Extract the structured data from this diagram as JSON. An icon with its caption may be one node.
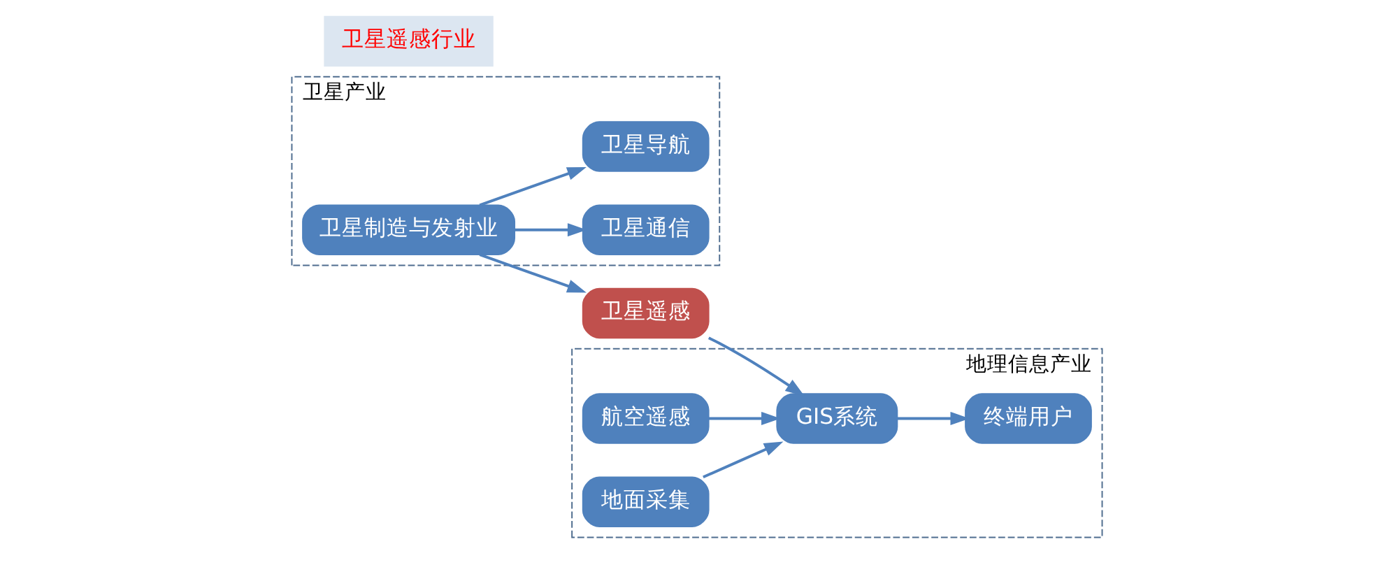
{
  "diagram": {
    "nodes": [
      {
        "text": [
          "卫星产业"
        ]
      },
      {
        "text": [
          "卫星制造与发射业"
        ],
        "in": 0
      },
      {
        "text": [
          "卫星通信"
        ],
        "in": 0
      },
      {
        "text": [
          "卫星导航"
        ],
        "in": 0
      },
      {
        "text": [
          "卫星遥感"
        ]
      },
      {
        "text": [
          "地理信息产业"
        ]
      },
      {
        "text": [
          "航空遥感"
        ],
        "in": 5
      },
      {
        "text": [
          "GIS系统"
        ],
        "in": 5
      },
      {
        "text": [
          "终端用户"
        ],
        "in": 5
      },
      {
        "text": [
          "地面采集"
        ],
        "in": 5
      },
      {
        "text": [
          "卫星遥感行业"
        ]
      }
    ],
    "edges": [
      {
        "from": 1,
        "to": 2,
        "arrow": "to"
      },
      {
        "from": 1,
        "to": 3,
        "arrow": "to"
      },
      {
        "from": 1,
        "to": 4,
        "arrow": "to"
      },
      {
        "from": 4,
        "to": 7,
        "arrow": "to"
      },
      {
        "from": 6,
        "to": 7,
        "arrow": "to"
      },
      {
        "from": 9,
        "to": 7,
        "arrow": "to"
      },
      {
        "from": 7,
        "to": 8,
        "arrow": "to"
      }
    ]
  }
}
